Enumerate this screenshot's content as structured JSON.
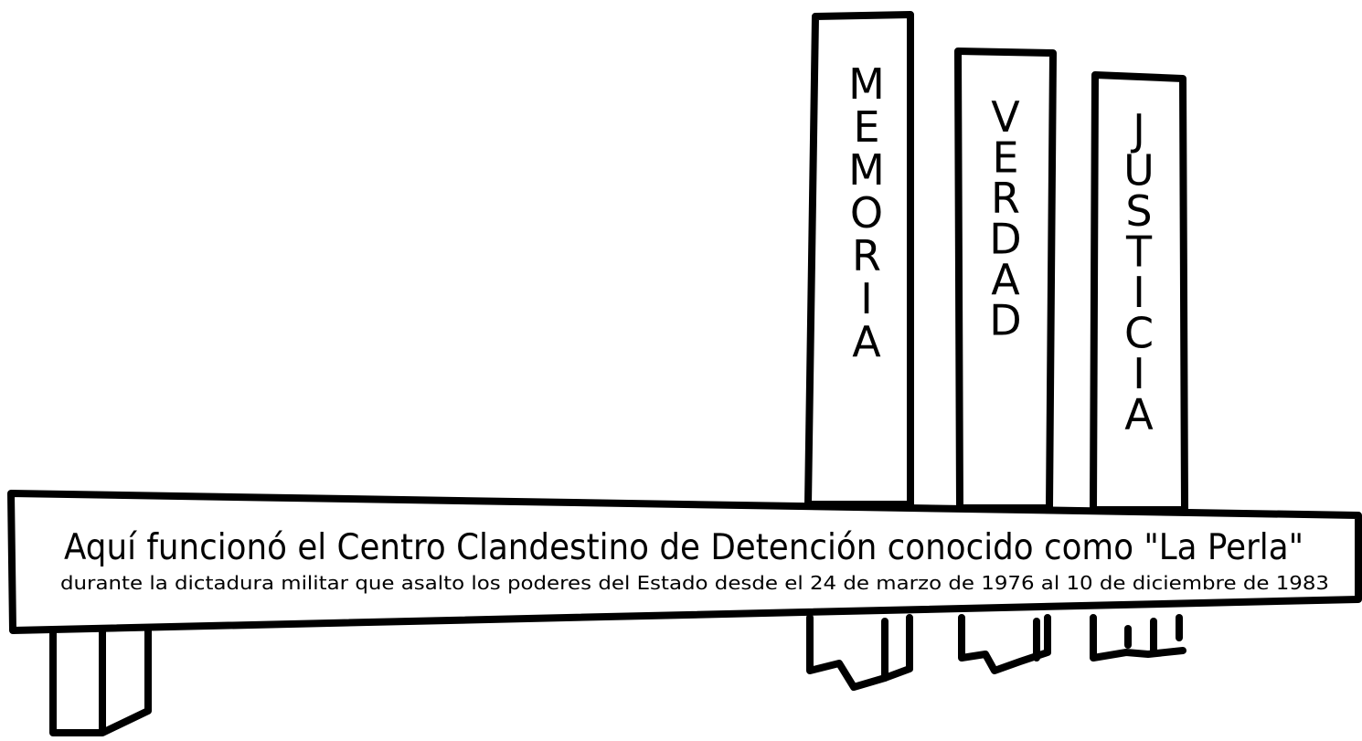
{
  "pillars": [
    {
      "word": "MEMORIA"
    },
    {
      "word": "VERDAD"
    },
    {
      "word": "JUSTICIA"
    }
  ],
  "banner": {
    "line1": "Aquí funcionó el Centro Clandestino de Detención conocido como \"La Perla\"",
    "line2": "durante la dictadura militar que asalto los poderes del Estado desde el 24 de marzo de 1976 al 10 de diciembre de 1983"
  },
  "colors": {
    "ink": "#000000",
    "paper": "#ffffff"
  }
}
